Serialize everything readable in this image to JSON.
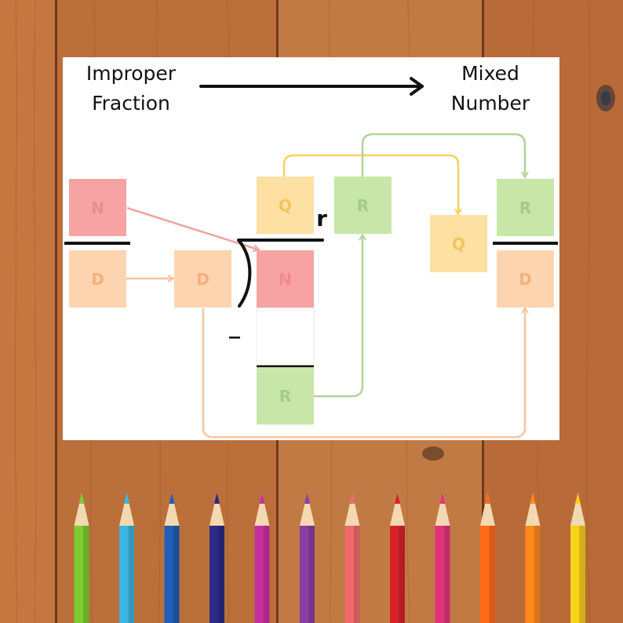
{
  "header": {
    "left_line1": "Improper",
    "left_line2": "Fraction",
    "right_line1": "Mixed",
    "right_line2": "Number"
  },
  "boxes": {
    "numerator": "N",
    "denominator": "D",
    "divisor": "D",
    "dividend": "N",
    "quotient": "Q",
    "remainder_top": "R",
    "subtraction_result": "R",
    "quotient_placed": "Q",
    "mixed_remainder": "R",
    "mixed_denominator": "D"
  },
  "symbols": {
    "remainder_mark": "r",
    "minus_sign": "_"
  },
  "colors": {
    "n_fill": "#f7a3a3",
    "n_text": "#f08a8a",
    "d_fill": "#fdd4b0",
    "d_text": "#f5b07a",
    "q_fill": "#fde0a2",
    "q_text": "#f3c35f",
    "r_fill": "#c7e6a8",
    "r_text": "#a3cc86",
    "arrow_n": "#f2a3a0",
    "arrow_d": "#f6c59d",
    "arrow_q": "#f2d35e",
    "arrow_r": "#b3d39a"
  },
  "pencil_colors": [
    "#7ccd2f",
    "#3bb6e0",
    "#1f5fb5",
    "#2b2a86",
    "#c72f9f",
    "#8a3ea3",
    "#ef6a6a",
    "#d8222a",
    "#e0337b",
    "#ff6a1a",
    "#ff8a1a",
    "#f7d21a"
  ]
}
